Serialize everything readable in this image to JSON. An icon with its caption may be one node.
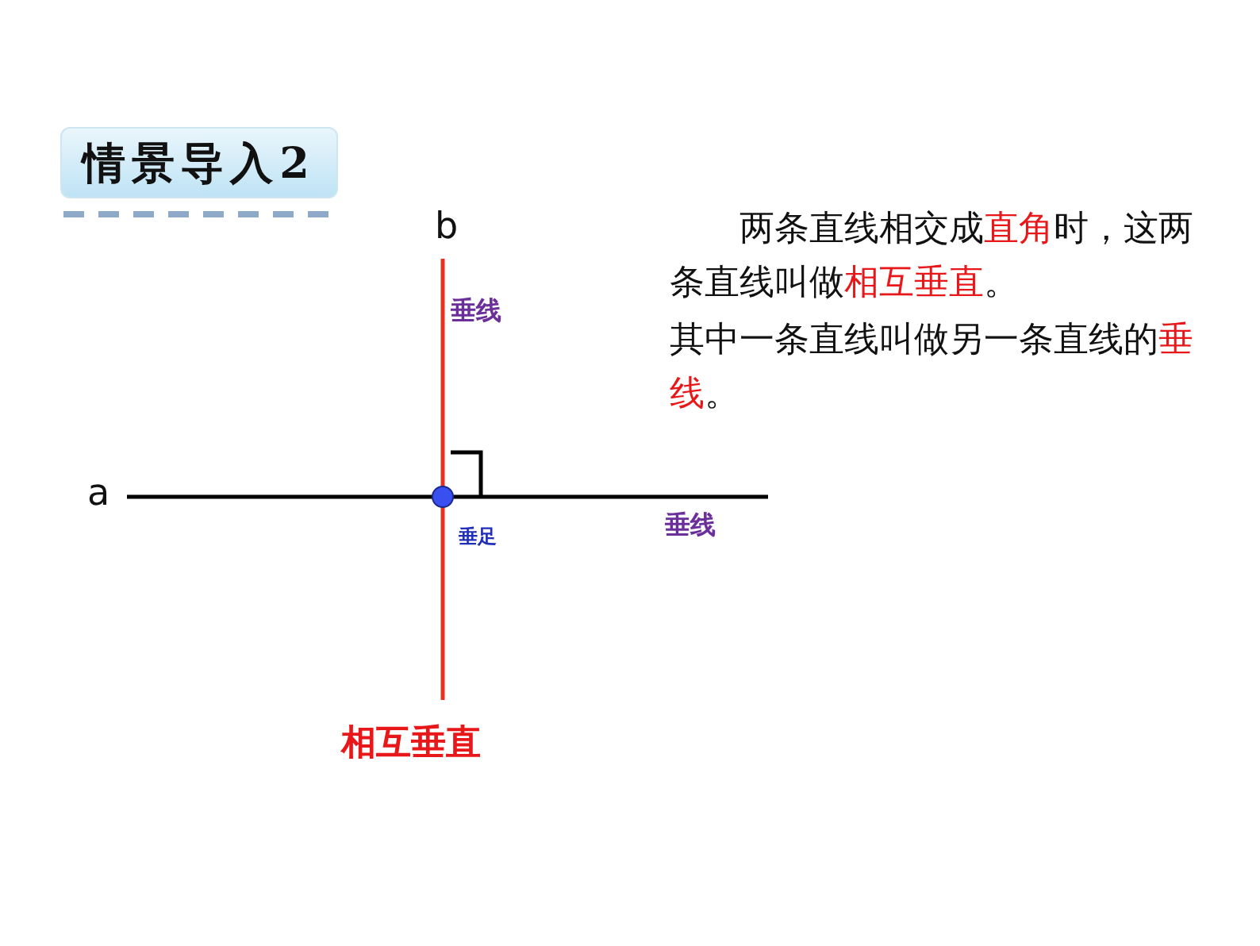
{
  "diagram": {
    "title": "情景导入2",
    "labels": [
      "b",
      "两条直线相交成**直角**时，这两条直线叫做**相互垂直**。",
      "垂线",
      "其中一条直线叫做另一条直线的**垂线**。",
      "a",
      "垂足",
      "垂线",
      "相互垂直"
    ]
  }
}
